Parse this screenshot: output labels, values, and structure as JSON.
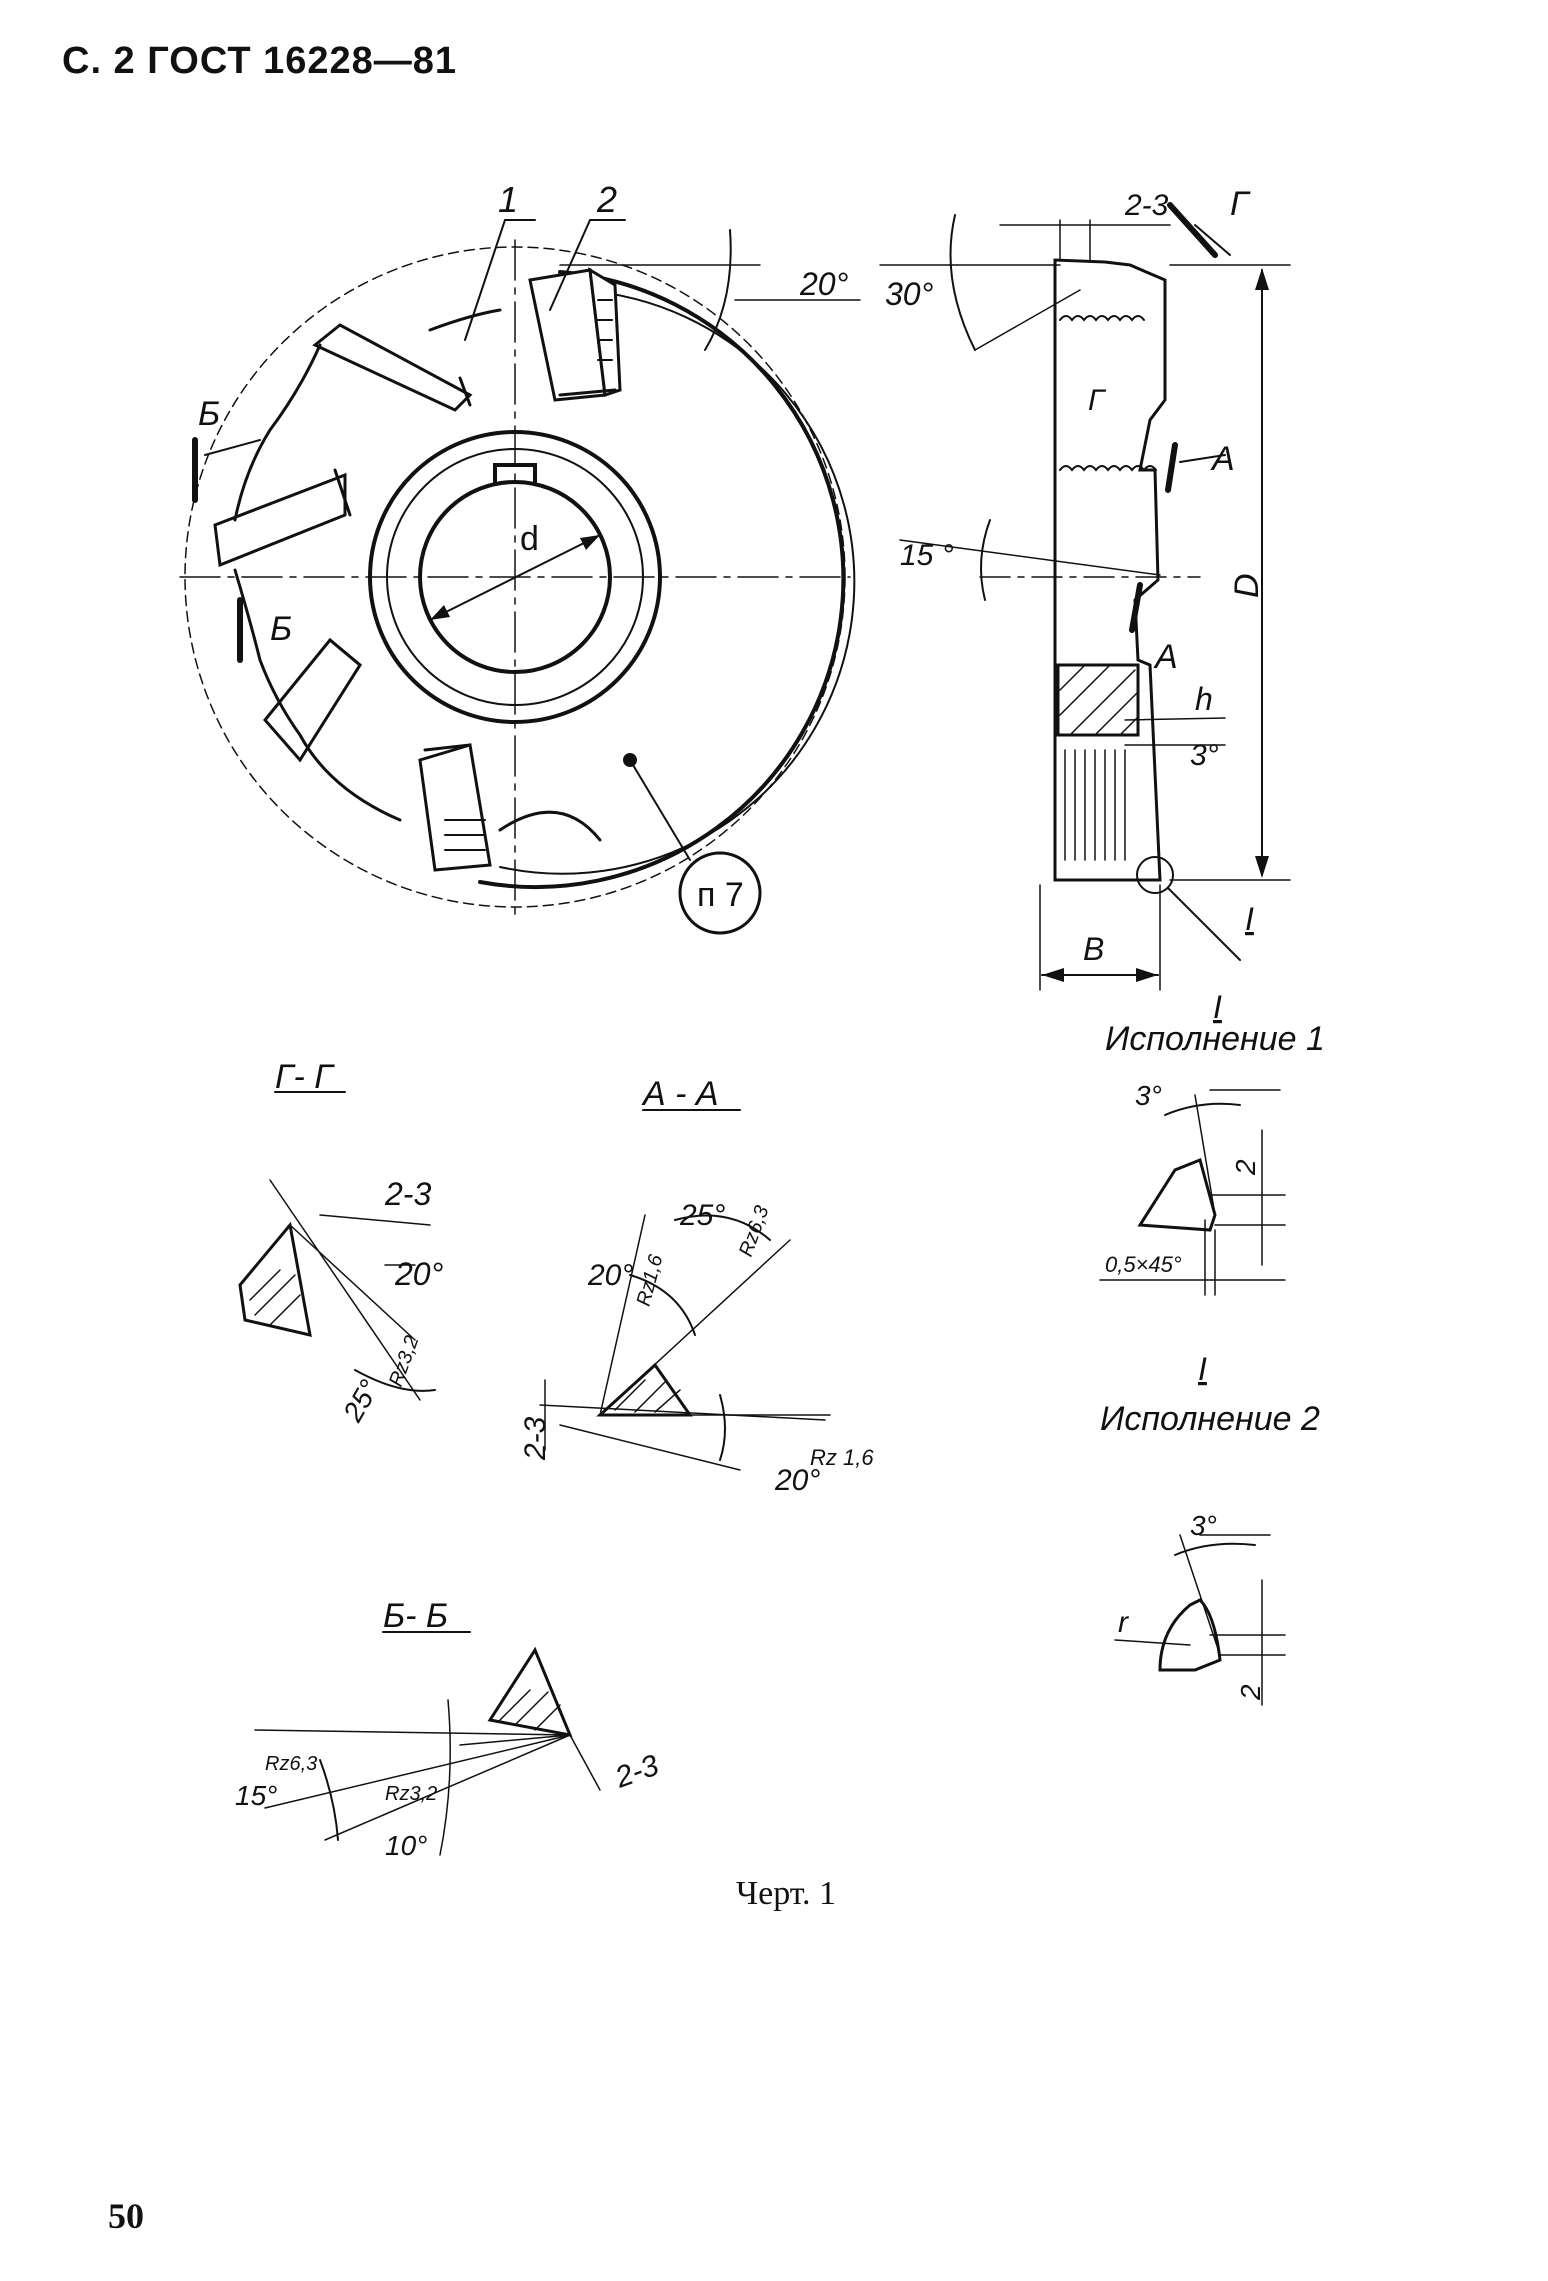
{
  "header": "С. 2 ГОСТ 16228—81",
  "caption": "Черт. 1",
  "page_number": "50",
  "main_view": {
    "callout_1": "1",
    "callout_2": "2",
    "angle_20": "20°",
    "section_b": "Б",
    "section_b2": "Б",
    "diameter_d": "d",
    "note": "п 7"
  },
  "side_view": {
    "dim_2_3": "2-3",
    "section_g": "Г",
    "section_g2": "Г",
    "angle_30": "30°",
    "section_a": "А",
    "section_a2": "А",
    "angle_15": "15 °",
    "dim_D": "D",
    "dim_h": "h",
    "angle_3": "3°",
    "detail_I": "I",
    "dim_B": "B"
  },
  "section_gg": {
    "title": "Г- Г",
    "dim": "2-3",
    "angle_20": "20°",
    "angle_25": "25°",
    "roughness": "Rz3,2"
  },
  "section_aa": {
    "title": "А - А",
    "angle_25": "25°",
    "roughness_1": "Rz6,3",
    "angle_20_top": "20°",
    "roughness_2": "Rz1,6",
    "dim": "2-3",
    "roughness_3": "Rz 1,6",
    "angle_20_bottom": "20°"
  },
  "section_bb": {
    "title": "Б- Б",
    "dim": "2-3",
    "roughness_1": "Rz6,3",
    "angle_15": "15°",
    "roughness_2": "Rz3,2",
    "angle_10": "10°"
  },
  "detail_1": {
    "mark": "I",
    "title": "Исполнение 1",
    "angle": "3°",
    "dim_2": "2",
    "chamfer": "0,5×45°"
  },
  "detail_2": {
    "mark": "I",
    "title": "Исполнение 2",
    "angle": "3°",
    "radius": "r",
    "dim_2": "2"
  }
}
